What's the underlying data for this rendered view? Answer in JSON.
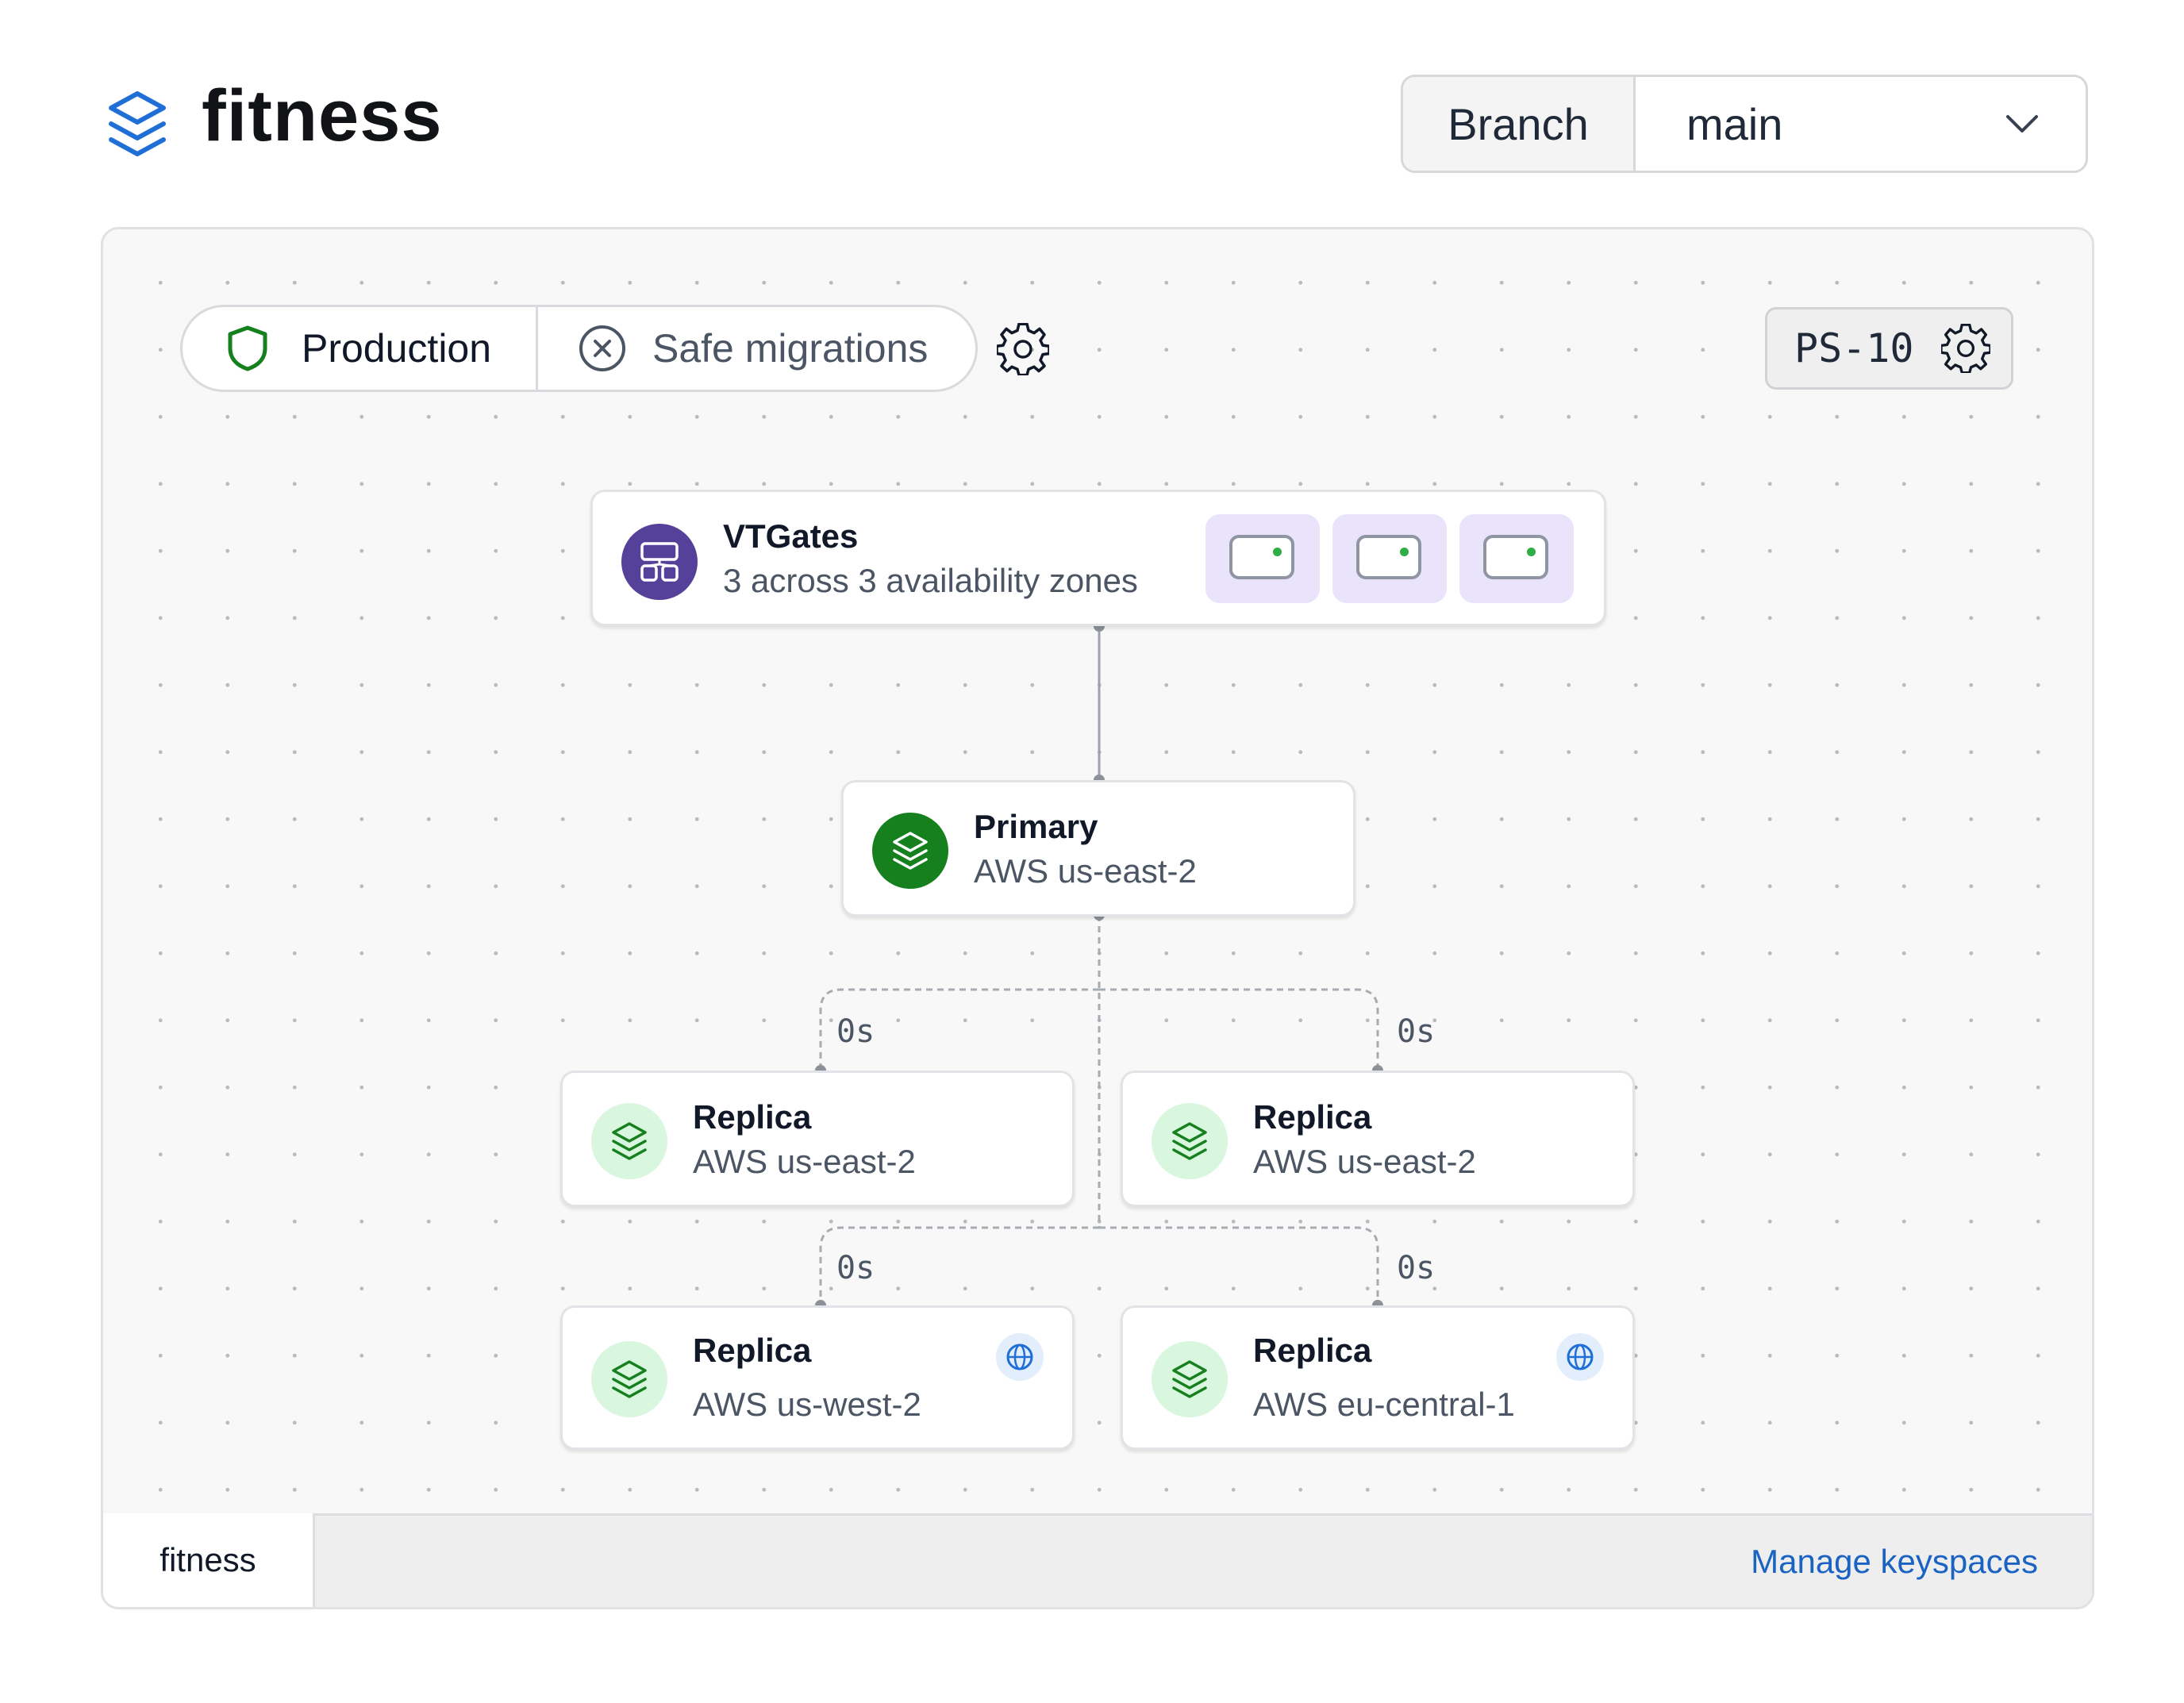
{
  "header": {
    "title": "fitness",
    "logo_icon": "layers-icon",
    "branch_label": "Branch",
    "branch_value": "main"
  },
  "toolbar": {
    "production_label": "Production",
    "safe_migrations_label": "Safe migrations",
    "cluster_size": "PS-10"
  },
  "topology": {
    "vtgates": {
      "title": "VTGates",
      "subtitle": "3 across 3 availability zones",
      "icon": "vtgate-icon",
      "zones": [
        {
          "status": "online"
        },
        {
          "status": "online"
        },
        {
          "status": "online"
        }
      ]
    },
    "primary": {
      "title": "Primary",
      "subtitle": "AWS us-east-2"
    },
    "replicas": [
      {
        "title": "Replica",
        "subtitle": "AWS us-east-2",
        "lag": "0s"
      },
      {
        "title": "Replica",
        "subtitle": "AWS us-east-2",
        "lag": "0s"
      },
      {
        "title": "Replica",
        "subtitle": "AWS us-west-2",
        "lag": "0s",
        "icon": "globe-icon"
      },
      {
        "title": "Replica",
        "subtitle": "AWS eu-central-1",
        "lag": "0s",
        "icon": "globe-icon"
      }
    ]
  },
  "footer": {
    "keyspace_tab": "fitness",
    "manage_link": "Manage keyspaces"
  },
  "colors": {
    "brand_blue": "#1f6fd6",
    "primary_green": "#16801f",
    "replica_green_bg": "#d9f6df",
    "vtgate_purple": "#55409a",
    "link_blue": "#1b63c3"
  }
}
